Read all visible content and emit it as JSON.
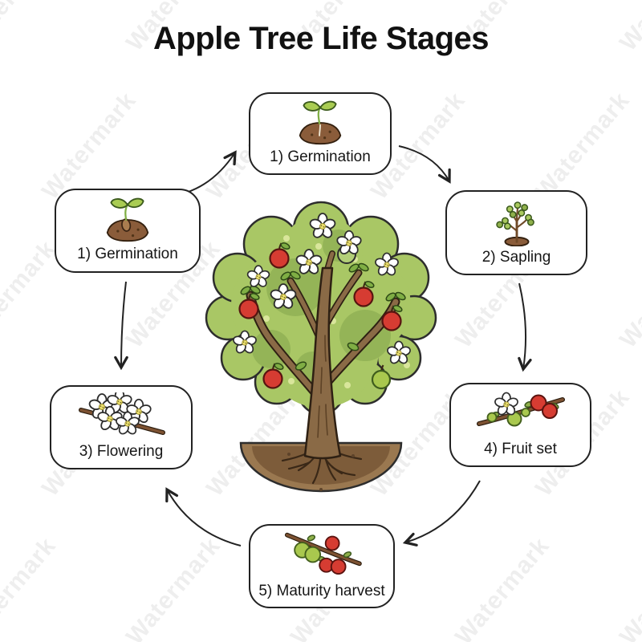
{
  "title": "Apple Tree Life Stages",
  "watermark": {
    "text": "Watermark"
  },
  "stages": [
    {
      "id": "germination-top",
      "label": "1) Germination",
      "icon": "sprouting-seed-icon"
    },
    {
      "id": "sapling",
      "label": "2) Sapling",
      "icon": "sapling-icon"
    },
    {
      "id": "germination-left",
      "label": "1) Germination",
      "icon": "sprouting-seed-icon"
    },
    {
      "id": "flowering",
      "label": "3) Flowering",
      "icon": "blossom-branch-icon"
    },
    {
      "id": "fruit-set",
      "label": "4) Fruit set",
      "icon": "fruit-set-branch-icon"
    },
    {
      "id": "maturity-harvest",
      "label": "5) Maturity harvest",
      "icon": "harvest-branch-icon"
    }
  ],
  "connections": [
    {
      "from": "germination-left",
      "to": "germination-top"
    },
    {
      "from": "germination-top",
      "to": "sapling"
    },
    {
      "from": "sapling",
      "to": "fruit-set"
    },
    {
      "from": "fruit-set",
      "to": "maturity-harvest"
    },
    {
      "from": "maturity-harvest",
      "to": "flowering"
    },
    {
      "from": "germination-left",
      "to": "flowering"
    }
  ],
  "center_illustration": {
    "description": "Cartoon apple tree with white blossoms, red and green apples, brown trunk and a semicircular root ball",
    "colors": {
      "canopy_green": "#a9c765",
      "canopy_shade": "#94b457",
      "apple_red": "#d63c32",
      "apple_green": "#a9c84e",
      "trunk_brown": "#8a6a46",
      "soil_brown": "#7d5c3a",
      "blossom_white": "#ffffff",
      "outline": "#2d2d2d",
      "background": "#ffffff"
    }
  }
}
